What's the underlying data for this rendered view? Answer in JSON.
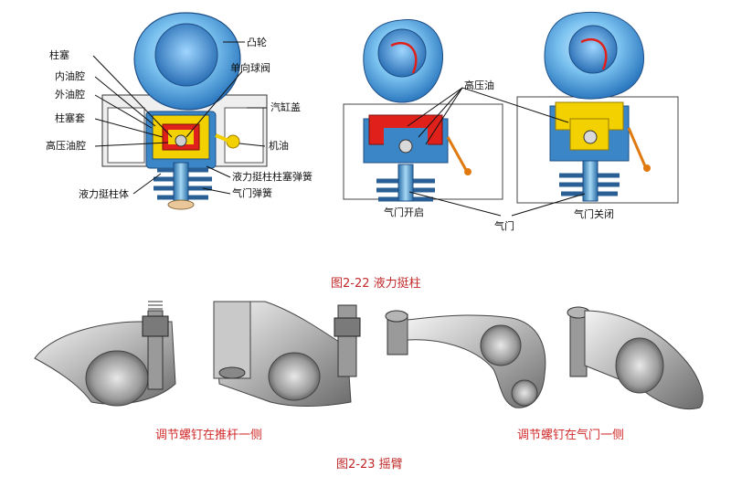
{
  "figure_22": {
    "caption": "图2-22 液力挺柱",
    "left_labels": {
      "cam": "凸轮",
      "plunger": "柱塞",
      "check_valve": "单向球阀",
      "inner_oil_chamber": "内油腔",
      "outer_oil_chamber": "外油腔",
      "cylinder_head": "汽缸盖",
      "plunger_sleeve": "柱塞套",
      "engine_oil": "机油",
      "high_pressure_chamber": "高压油腔",
      "plunger_spring": "液力挺柱柱塞弹簧",
      "tappet_body": "液力挺柱体",
      "valve_spring": "气门弹簧"
    },
    "right_labels": {
      "high_pressure_oil": "高压油",
      "valve_open": "气门开启",
      "valve": "气门",
      "valve_closed": "气门关闭"
    }
  },
  "figure_23": {
    "caption": "图2-23 摇臂",
    "left_caption": "调节螺钉在推杆一侧",
    "right_caption": "调节螺钉在气门一侧"
  },
  "colors": {
    "caption_red": "#c0282a",
    "cam_blue": "#5fb3e6",
    "oil_yellow": "#f2d000",
    "oil_red": "#e0201a",
    "metal_gray": "#b8b8b8"
  }
}
